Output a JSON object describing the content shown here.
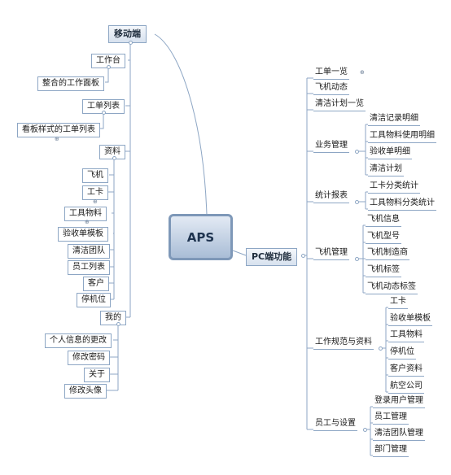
{
  "root": {
    "label": "APS"
  },
  "mobile": {
    "label": "移动端",
    "workbench": "工作台",
    "workbench_child": "整合的工作面板",
    "orders": "工单列表",
    "orders_child": "看板样式的工单列表",
    "data": {
      "label": "资料",
      "items": [
        "飞机",
        "工卡",
        "工具物料",
        "验收单模板",
        "清洁团队",
        "员工列表",
        "客户",
        "停机位"
      ]
    },
    "mine": {
      "label": "我的",
      "items": [
        "个人信息的更改",
        "修改密码",
        "关于",
        "修改头像"
      ]
    }
  },
  "pc": {
    "label": "PC端功能",
    "order_overview": "工单一览",
    "flight_status": "飞机动态",
    "clean_plan": "清洁计划一览",
    "business": {
      "label": "业务管理",
      "items": [
        "清洁记录明细",
        "工具物料使用明细",
        "验收单明细",
        "清洁计划"
      ]
    },
    "stats": {
      "label": "统计报表",
      "items": [
        "工卡分类统计",
        "工具物料分类统计"
      ]
    },
    "aircraft": {
      "label": "飞机管理",
      "items": [
        "飞机信息",
        "飞机型号",
        "飞机制造商",
        "飞机标签",
        "飞机动态标签"
      ]
    },
    "specs": {
      "label": "工作规范与资料",
      "items": [
        "工卡",
        "验收单模板",
        "工具物料",
        "停机位",
        "客户资料",
        "航空公司"
      ]
    },
    "staff": {
      "label": "员工与设置",
      "items": [
        "登录用户管理",
        "员工管理",
        "清洁团队管理",
        "部门管理"
      ]
    }
  }
}
